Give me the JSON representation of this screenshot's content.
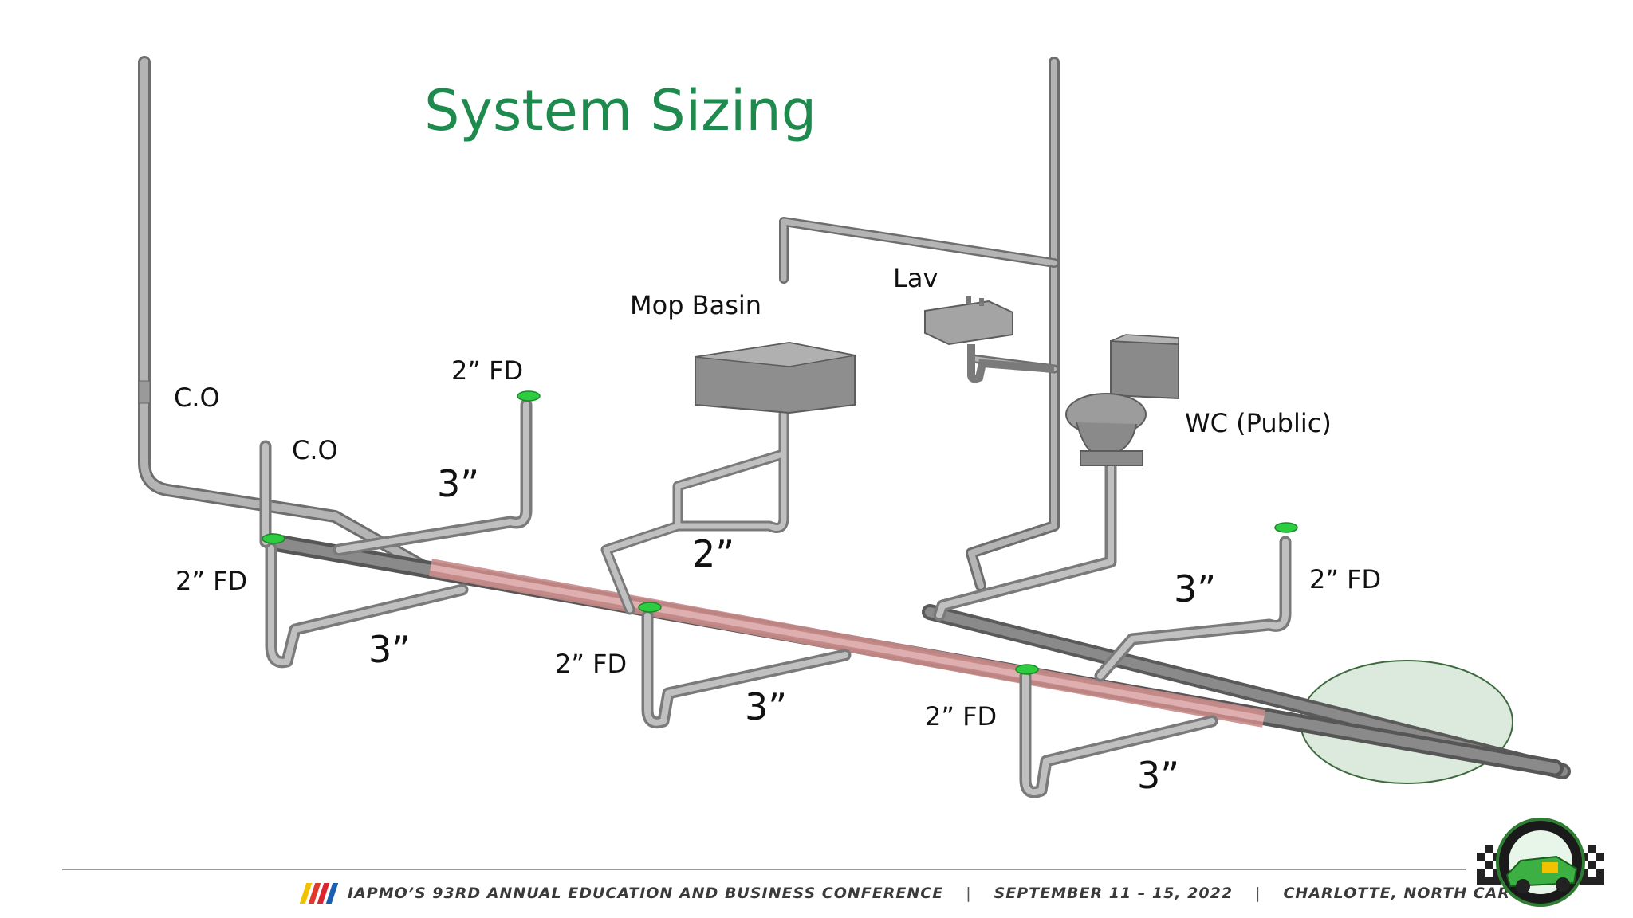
{
  "title": "System Sizing",
  "labels": {
    "co_left": "C.O",
    "co_mid": "C.O",
    "fd_top_left": "2” FD",
    "fd_left": "2” FD",
    "fd_mid": "2” FD",
    "fd_center": "2” FD",
    "fd_right": "2” FD",
    "mop_basin": "Mop Basin",
    "lav": "Lav",
    "wc_public": "WC (Public)",
    "size_3_a": "3”",
    "size_3_b": "3”",
    "size_2_mop": "2”",
    "size_3_c": "3”",
    "size_3_d": "3”",
    "size_3_e": "3”"
  },
  "footer": {
    "conference": "IAPMO’S 93RD ANNUAL EDUCATION AND BUSINESS CONFERENCE",
    "separator": "|",
    "dates": "SEPTEMBER 11 – 15, 2022",
    "location": "CHARLOTTE, NORTH CAROLINA"
  },
  "colors": {
    "title": "#1e8a4e",
    "pipe": "#9c9c9c",
    "pipe_dark": "#6e6e6e",
    "highlight_pipe": "#c98a8a",
    "drain_cap": "#2ecc40",
    "highlight_ellipse": "#cfe3d0",
    "stripes": [
      "#f2c200",
      "#e03a2f",
      "#d9262e",
      "#1b5fb3"
    ]
  },
  "logo": {
    "icon": "race-car-logo-icon"
  }
}
